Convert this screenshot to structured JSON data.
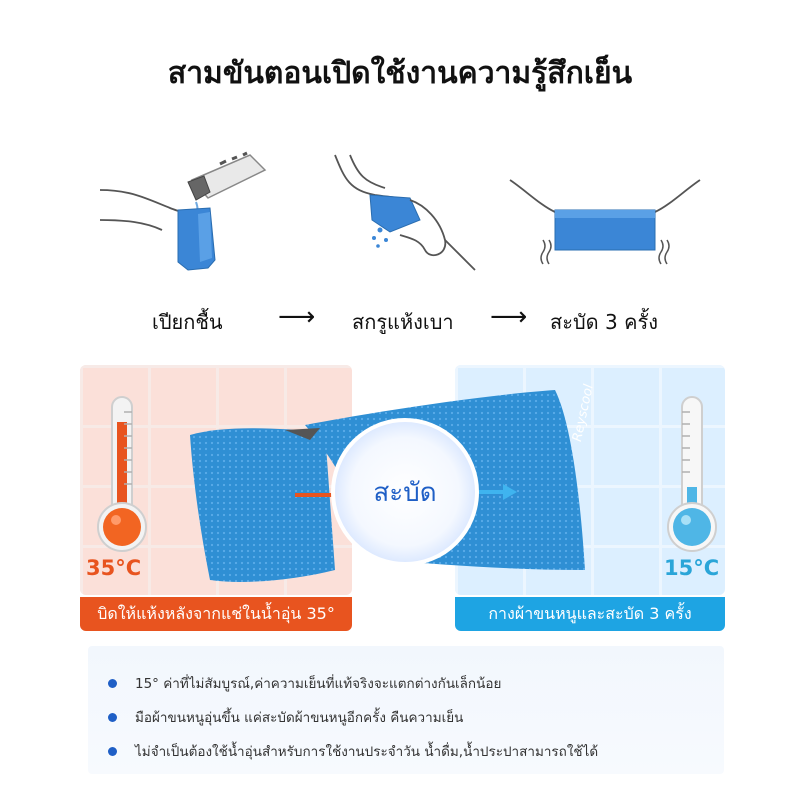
{
  "header": {
    "title": "สามขันตอนเปิดใช้งานความรู้สึกเย็น"
  },
  "steps": [
    {
      "label": "เปียกชื้น"
    },
    {
      "label": "สกรูแห้งเบา"
    },
    {
      "label": "สะบัด 3 ครั้ง"
    }
  ],
  "arrow_glyph": "⟶",
  "warm_panel": {
    "temperature": "35°C",
    "caption": "บิดให้แห้งหลังจากแช่ในน้ำอุ่น 35°",
    "accent": "#e8541f",
    "bg": "#fbe0d9",
    "icon": "thermometer-hot-icon"
  },
  "cool_panel": {
    "temperature": "15°C",
    "caption": "กางผ้าขนหนูและสะบัด 3 ครั้ง",
    "accent": "#1ea4e3",
    "bg": "#dcefff",
    "icon": "thermometer-cold-icon"
  },
  "towel": {
    "center_label": "สะบัด",
    "brand": "Reyscool",
    "color": "#2f8fd4"
  },
  "notes": [
    "15° ค่าที่ไม่สัมบูรณ์,ค่าความเย็นที่แท้จริงจะแตกต่างกันเล็กน้อย",
    "มือผ้าขนหนูอุ่นขึ้น แค่สะบัดผ้าขนหนูอีกครั้ง คืนความเย็น",
    "ไม่จำเป็นต้องใช้น้ำอุ่นสำหรับการใช้งานประจำวัน น้ำดื่ม,น้ำประปาสามารถใช้ได้"
  ],
  "bullet_color": "#1f5fc6"
}
